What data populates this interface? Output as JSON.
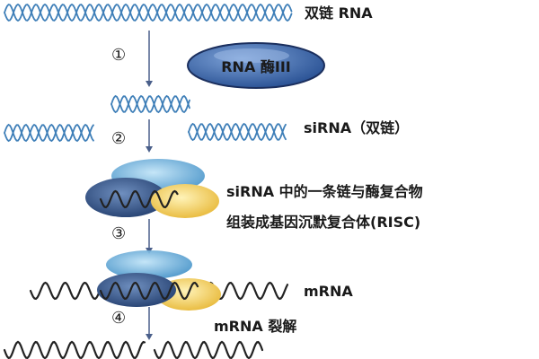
{
  "labels": {
    "dsrna": "双链 RNA",
    "enzyme": "RNA 酶III",
    "sirna": "siRNA（双链）",
    "complex_line1": "siRNA  中的一条链与酶复合物",
    "complex_line2": "组装成基因沉默复合体(RISC)",
    "mrna": "mRNA",
    "cleavage": "mRNA 裂解"
  },
  "steps": [
    "①",
    "②",
    "③",
    "④"
  ],
  "colors": {
    "helix_blue": "#3f7fb8",
    "helix_black": "#222222",
    "enzyme_fill": "#2f5aa0",
    "enzyme_edge": "#1b2f5e",
    "risc_top": "#5aa7d8",
    "risc_left": "#2e4f86",
    "risc_right": "#f2c94c",
    "arrow": "#4a5f8a"
  }
}
